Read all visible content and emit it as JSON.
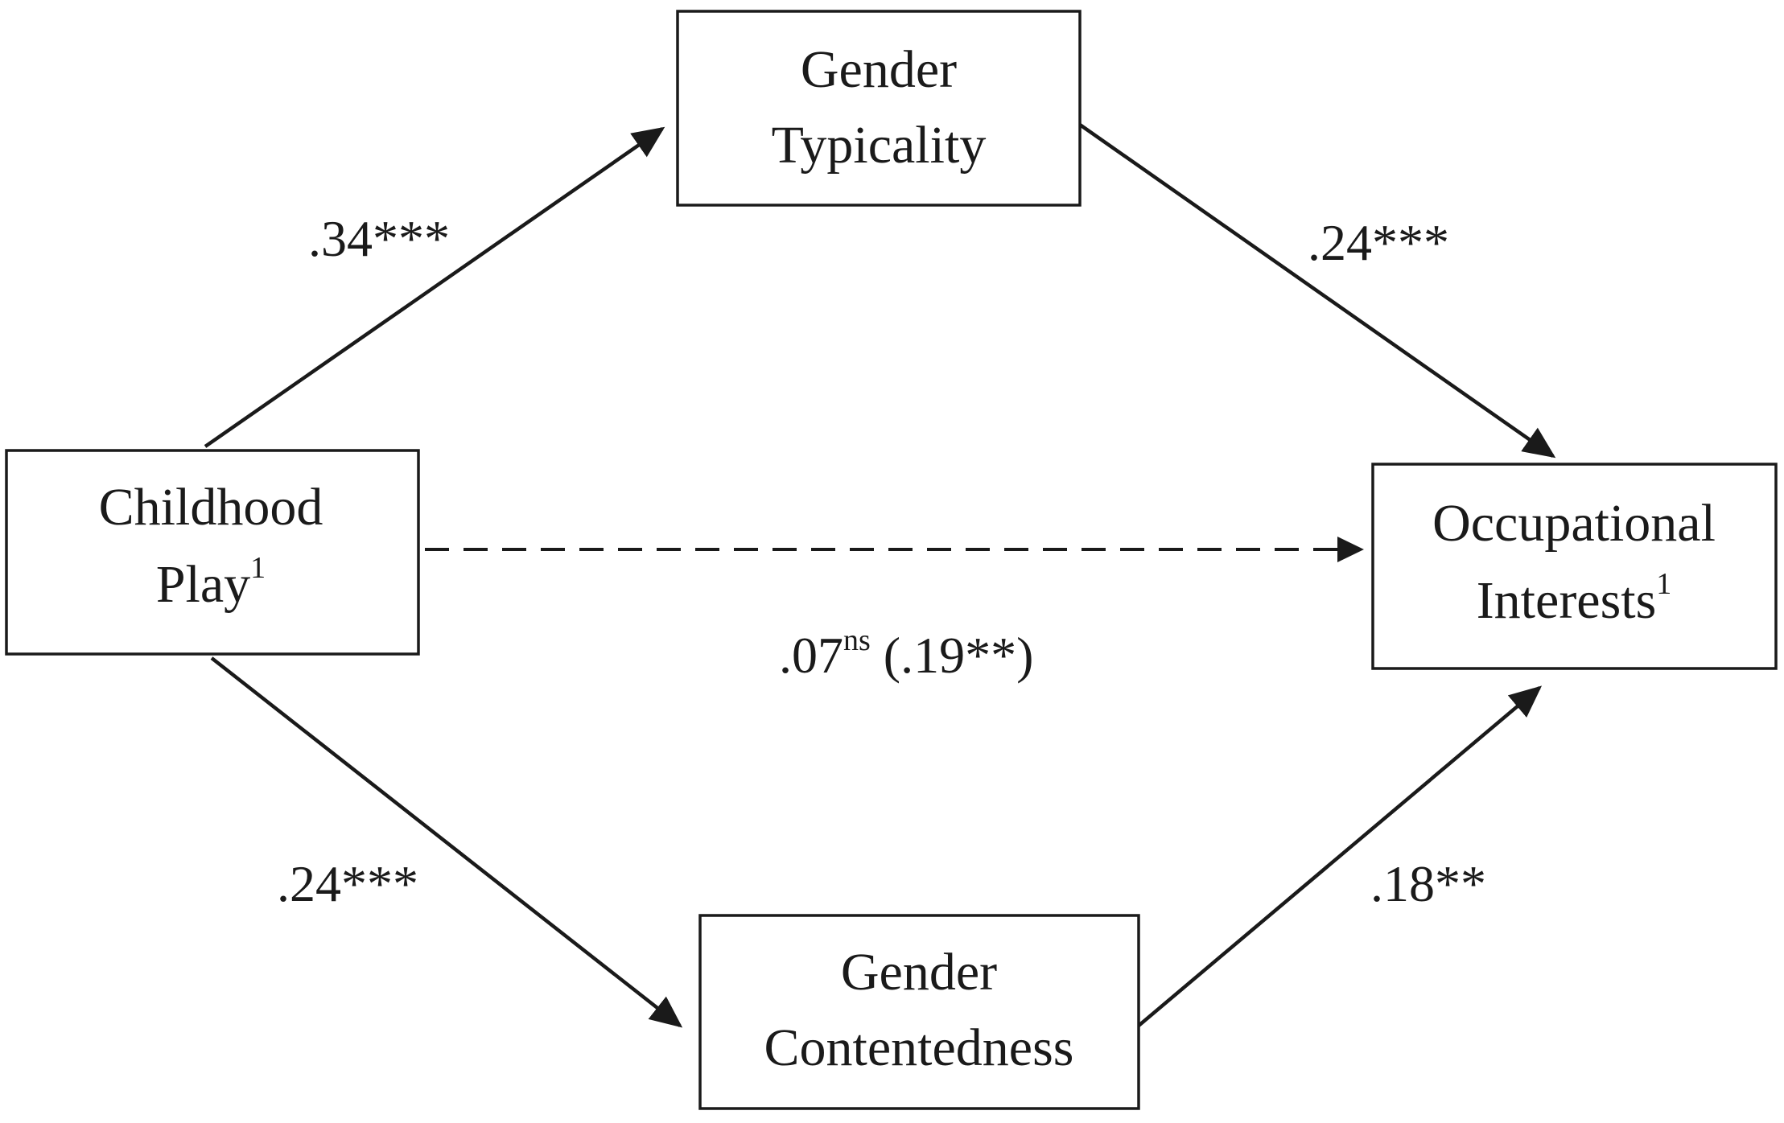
{
  "nodes": {
    "childhood_play": {
      "line1": "Childhood",
      "line2": "Play",
      "sup": "1"
    },
    "gender_typicality": {
      "line1": "Gender",
      "line2": "Typicality"
    },
    "gender_contentedness": {
      "line1": "Gender",
      "line2": "Contentedness"
    },
    "occupational_interests": {
      "line1": "Occupational",
      "line2": "Interests",
      "sup": "1"
    }
  },
  "paths": {
    "play_to_typicality": ".34***",
    "typicality_to_interests": ".24***",
    "play_to_contentedness": ".24***",
    "contentedness_to_interests": ".18**",
    "direct": {
      "value": ".07",
      "sup": "ns",
      "total": " (.19**)"
    }
  },
  "colors": {
    "line": "#1a1a1a",
    "background": "#ffffff"
  }
}
